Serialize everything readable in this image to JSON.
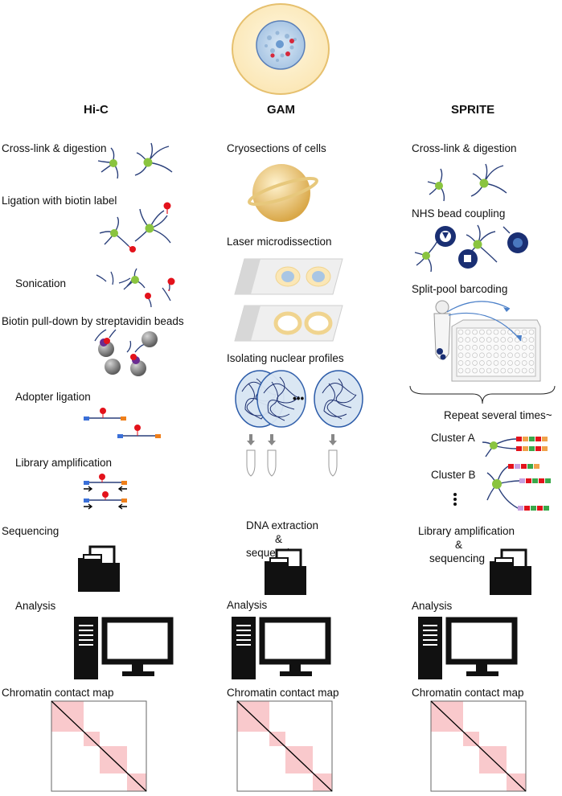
{
  "columns": {
    "hic": {
      "title": "Hi-C",
      "steps": {
        "crosslink": "Cross-link & digestion",
        "ligation": "Ligation with biotin label",
        "sonication": "Sonication",
        "pulldown": "Biotin pull-down by streptavidin beads",
        "adopter": "Adopter ligation",
        "amplification": "Library amplification",
        "sequencing": "Sequencing",
        "analysis": "Analysis",
        "contact_map": "Chromatin contact map"
      }
    },
    "gam": {
      "title": "GAM",
      "steps": {
        "cryosections": "Cryosections of cells",
        "laser": "Laser microdissection",
        "isolating": "Isolating nuclear profiles",
        "ellipsis": "•••",
        "dna_line1": "DNA extraction",
        "dna_line2": "&",
        "dna_line3": "sequencing",
        "analysis": "Analysis",
        "contact_map": "Chromatin contact map"
      }
    },
    "sprite": {
      "title": "SPRITE",
      "steps": {
        "crosslink": "Cross-link & digestion",
        "nhs": "NHS bead coupling",
        "splitpool": "Split-pool barcoding",
        "repeat": "Repeat several times~",
        "cluster_a": "Cluster A",
        "cluster_b": "Cluster B",
        "lib_line1": "Library amplification",
        "lib_line2": "&",
        "lib_line3": "sequencing",
        "analysis": "Analysis",
        "contact_map": "Chromatin contact map"
      }
    }
  },
  "colors": {
    "dna": "#2a3f7a",
    "node": "#8ac43f",
    "biotin": "#e3121b",
    "bead": "#6f6f6f",
    "streptavidin": "#6a2c91",
    "adapter_blue": "#3a6fd8",
    "adapter_orange": "#ef7f1a",
    "map_block": "#f9c9cc",
    "cell_outer": "#fbecc4",
    "cell_rim": "#e9c87a"
  }
}
